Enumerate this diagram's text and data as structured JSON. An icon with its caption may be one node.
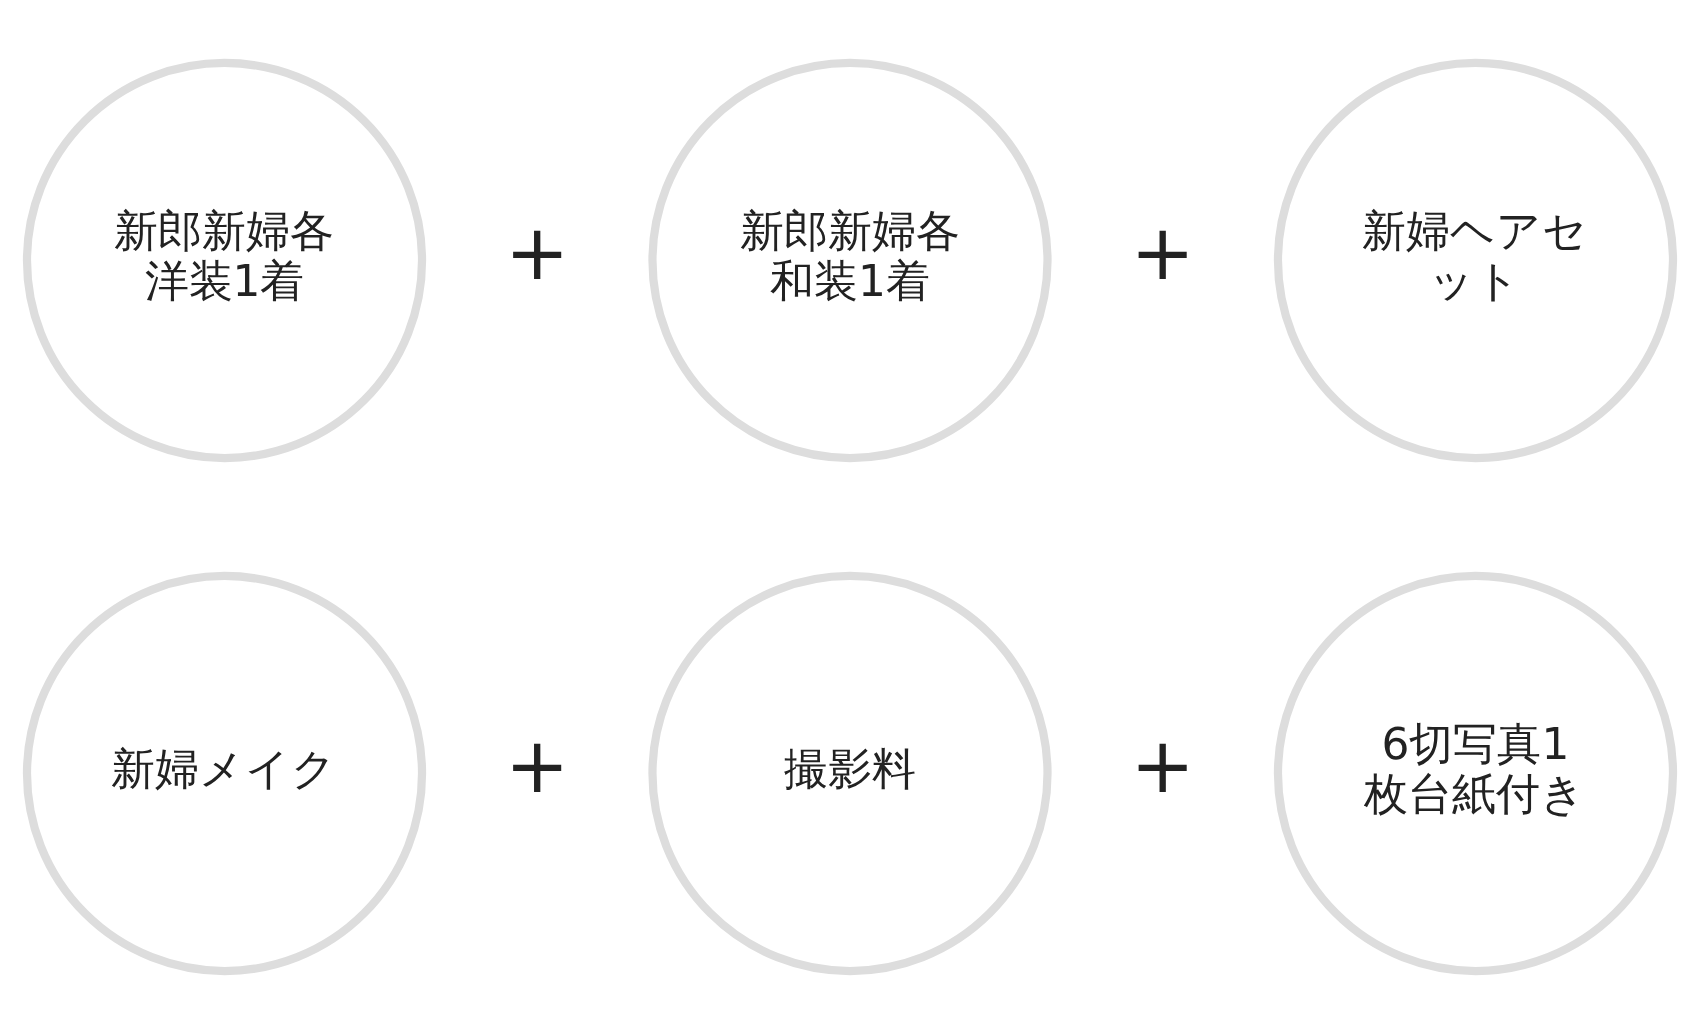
{
  "diagram": {
    "nodes": [
      {
        "text": [
          "新郎新婦各洋装1着"
        ]
      },
      {
        "text": [
          "新郎新婦各和装1着"
        ]
      },
      {
        "text": [
          "新婦ヘアセット"
        ]
      },
      {
        "text": [
          "新婦メイク"
        ]
      },
      {
        "text": [
          "撮影料"
        ]
      },
      {
        "text": [
          "6切写真1枚台紙付き"
        ]
      }
    ],
    "labels": [
      "+",
      "+",
      "+",
      "+"
    ]
  }
}
